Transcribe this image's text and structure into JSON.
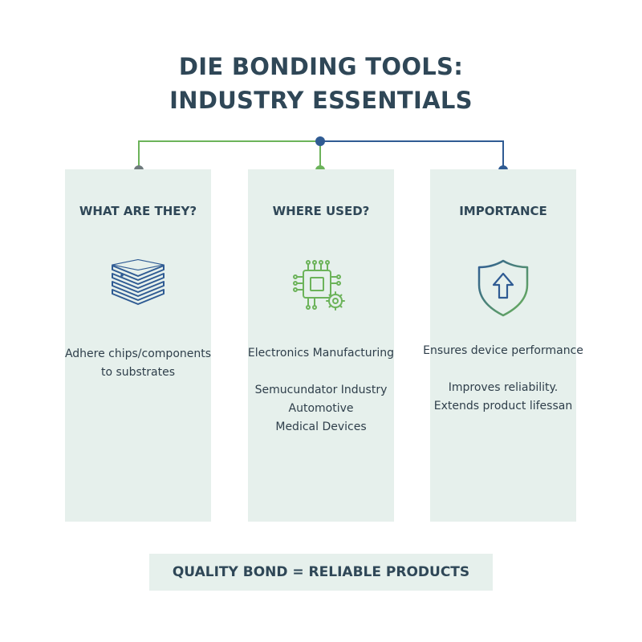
{
  "title": {
    "line1": "DIE BONDING TOOLS:",
    "line2": "INDUSTRY ESSENTIALS"
  },
  "colors": {
    "panel_bg": "#e6f0ec",
    "text_dark": "#2f4757",
    "gray_node": "#6f7a7d",
    "green": "#6cb35a",
    "blue": "#2f5b93"
  },
  "panels": [
    {
      "heading": "WHAT ARE THEY?",
      "icon": "layers-icon",
      "lines": [
        "Adhere chips/components",
        "to substrates"
      ]
    },
    {
      "heading": "WHERE USED?",
      "icon": "circuit-chip-gear-icon",
      "lines": [
        "Electronics Manufacturing",
        "",
        "Semucundator Industry",
        "Automotive",
        "Medical Devices"
      ]
    },
    {
      "heading": "IMPORTANCE",
      "icon": "shield-arrow-up-icon",
      "lines": [
        "Ensures device performance",
        "",
        "Improves reliability.",
        "Extends product lifessan"
      ]
    }
  ],
  "footer": "QUALITY BOND = RELIABLE PRODUCTS"
}
